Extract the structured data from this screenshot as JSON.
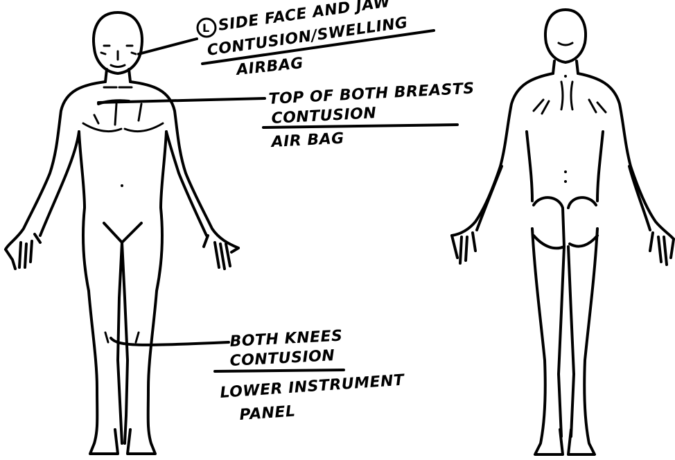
{
  "annotations": [
    {
      "id": "face",
      "marker": "L",
      "lines": [
        "SIDE FACE AND JAW",
        "CONTUSION/SWELLING",
        "AIRBAG"
      ]
    },
    {
      "id": "breasts",
      "lines": [
        "TOP OF BOTH BREASTS",
        "CONTUSION",
        "AIR BAG"
      ]
    },
    {
      "id": "knees",
      "lines": [
        "BOTH KNEES",
        "CONTUSION",
        "LOWER INSTRUMENT",
        "PANEL"
      ]
    }
  ],
  "colors": {
    "ink": "#000000",
    "paper": "#ffffff"
  }
}
